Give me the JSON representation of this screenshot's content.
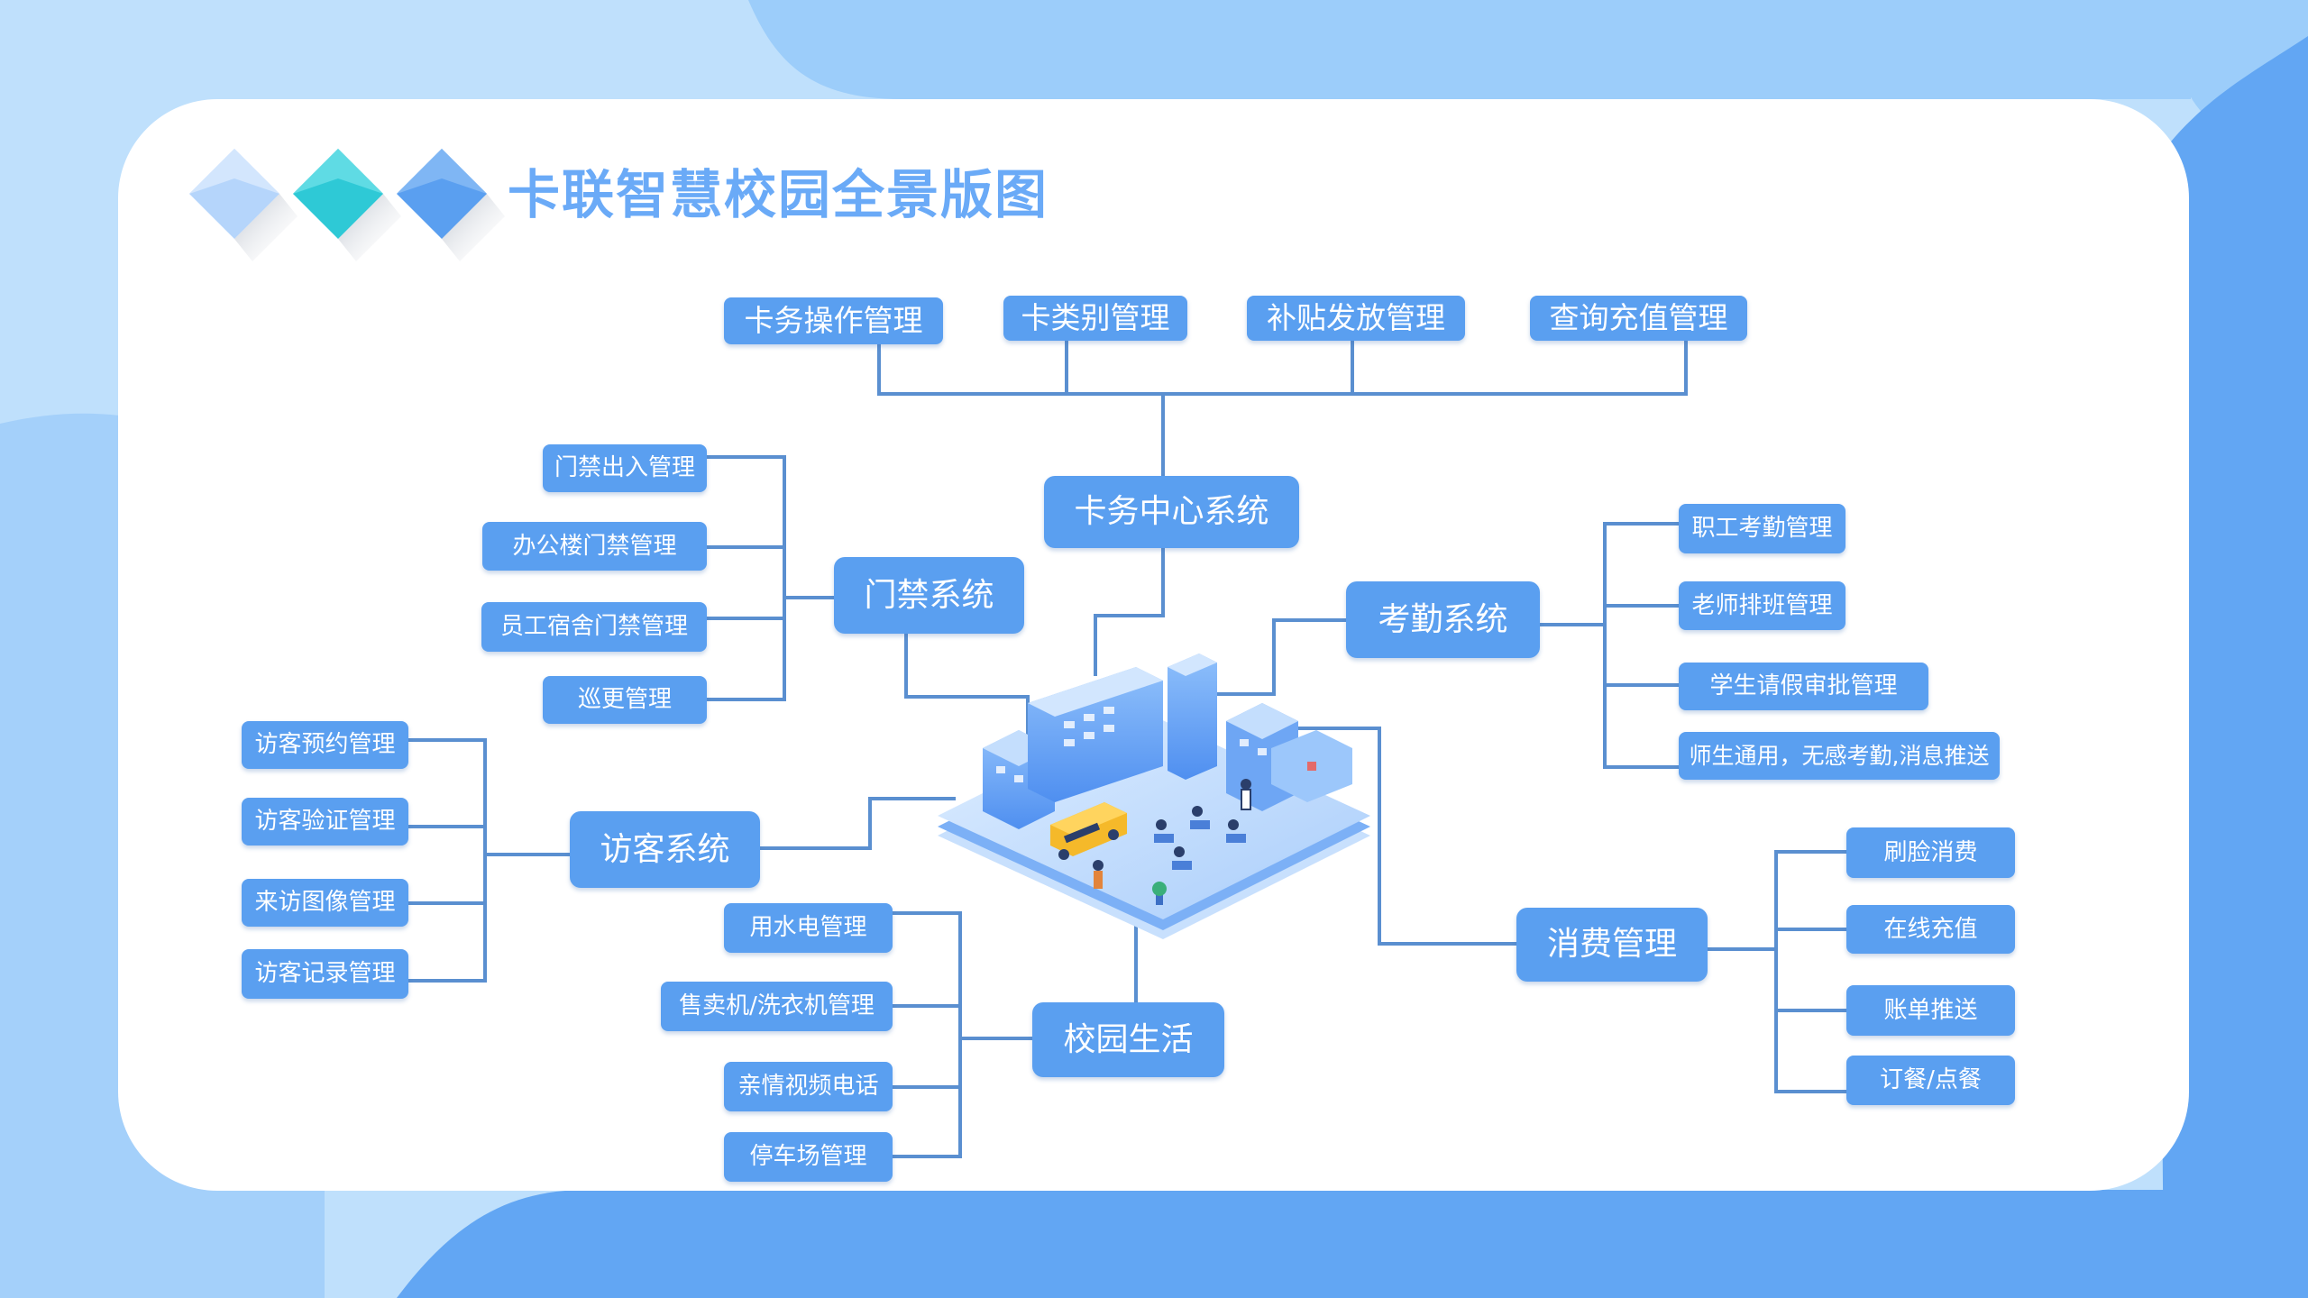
{
  "title": "卡联智慧校园全景版图",
  "colors": {
    "node": "#5a9ff0",
    "line": "#5a8fd0",
    "title": "#6aaaf7",
    "bg_light": "#bfe0fc",
    "bg_dark": "#62a6f3"
  },
  "nodes": {
    "card_center": "卡务中心系统",
    "card_ops": "卡务操作管理",
    "card_types": "卡类别管理",
    "subsidy": "补贴发放管理",
    "query_recharge": "查询充值管理",
    "access": "门禁系统",
    "access_inout": "门禁出入管理",
    "access_office": "办公楼门禁管理",
    "access_dorm": "员工宿舍门禁管理",
    "patrol": "巡更管理",
    "visitor": "访客系统",
    "visitor_booking": "访客预约管理",
    "visitor_verify": "访客验证管理",
    "visitor_image": "来访图像管理",
    "visitor_record": "访客记录管理",
    "attendance": "考勤系统",
    "att_staff": "职工考勤管理",
    "att_schedule": "老师排班管理",
    "att_leave": "学生请假审批管理",
    "att_common": "师生通用，无感考勤,消息推送",
    "consume": "消费管理",
    "face_pay": "刷脸消费",
    "online_recharge": "在线充值",
    "bill_push": "账单推送",
    "meal": "订餐/点餐",
    "campus_life": "校园生活",
    "utilities": "用水电管理",
    "vending": "售卖机/洗衣机管理",
    "video_call": "亲情视频电话",
    "parking": "停车场管理"
  }
}
